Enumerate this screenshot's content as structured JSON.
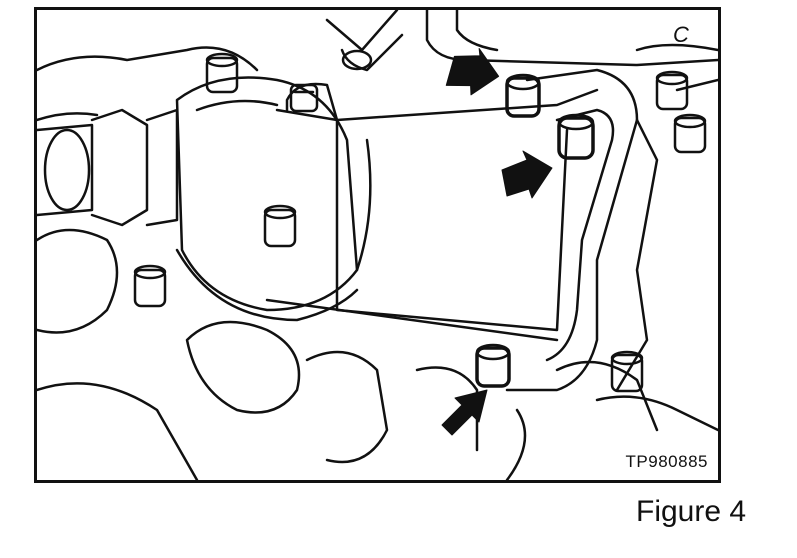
{
  "figure": {
    "corner_label": "C",
    "reference_code": "TP980885",
    "caption": "Figure 4"
  },
  "colors": {
    "ink": "#111111",
    "paper": "#ffffff"
  },
  "callouts": {
    "arrow_count": 3,
    "highlighted": "bolts"
  }
}
